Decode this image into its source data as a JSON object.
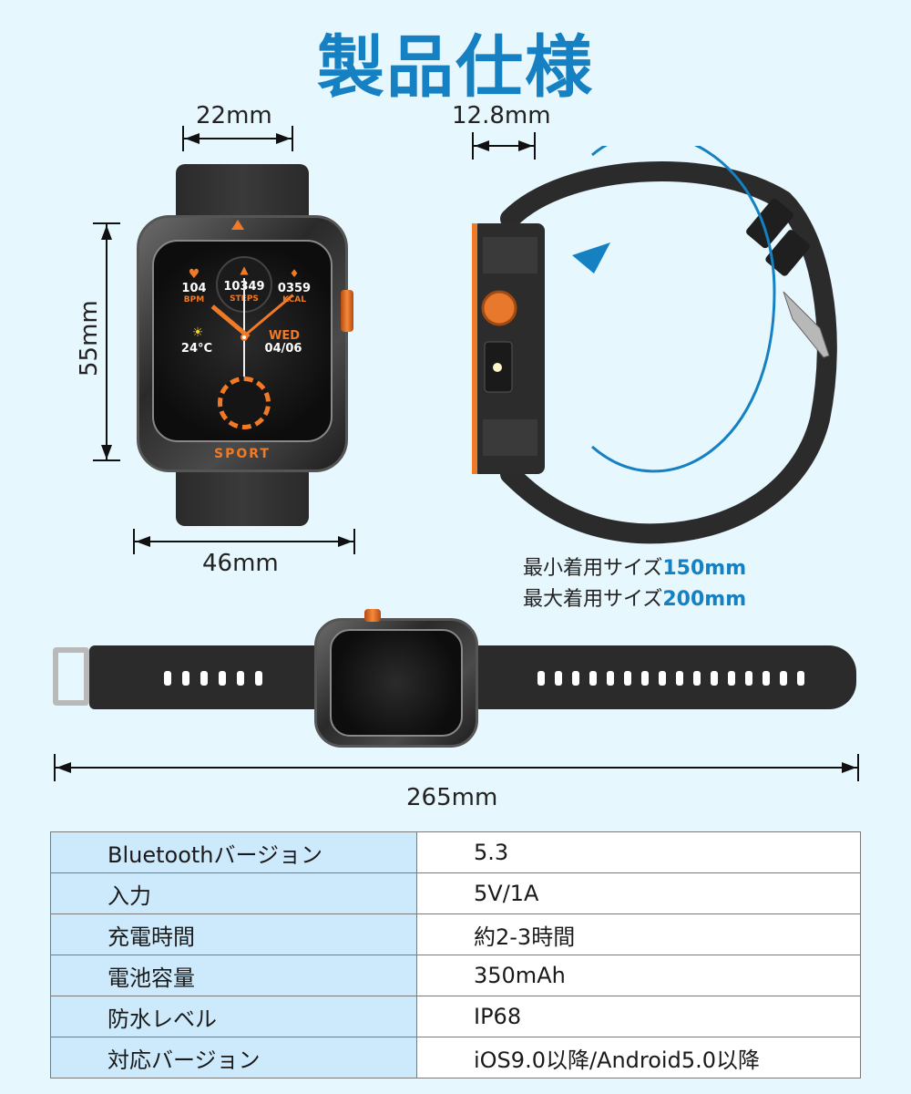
{
  "title": "製品仕様",
  "dimensions": {
    "band_width": "22mm",
    "thickness": "12.8mm",
    "height": "55mm",
    "case_width": "46mm",
    "total_length": "265mm"
  },
  "wear_size": {
    "min_label": "最小着用サイズ",
    "min_value": "150mm",
    "max_label": "最大着用サイズ",
    "max_value": "200mm"
  },
  "watch_face": {
    "heart_rate": "104",
    "heart_rate_unit": "BPM",
    "steps": "10349",
    "steps_unit": "STEPS",
    "calories": "0359",
    "calories_unit": "KCAL",
    "weekday": "WED",
    "date": "04/06",
    "temperature": "24°C",
    "brand_label": "SPORT"
  },
  "colors": {
    "accent_blue": "#1580c2",
    "accent_orange": "#f07a26",
    "background": "#e6f7fe",
    "table_key_bg": "#cdeafc"
  },
  "specs": [
    {
      "label": "Bluetoothバージョン",
      "value": "5.3"
    },
    {
      "label": "入力",
      "value": "5V/1A"
    },
    {
      "label": "充電時間",
      "value": "約2-3時間"
    },
    {
      "label": "電池容量",
      "value": "350mAh"
    },
    {
      "label": "防水レベル",
      "value": "IP68"
    },
    {
      "label": "対応バージョン",
      "value": "iOS9.0以降/Android5.0以降"
    }
  ]
}
